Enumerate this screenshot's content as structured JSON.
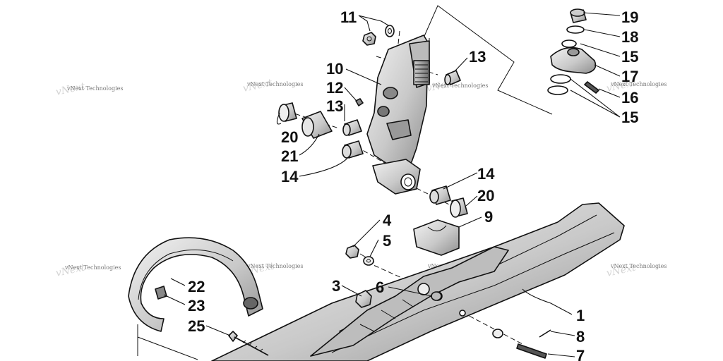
{
  "callouts": {
    "c11": "11",
    "c19": "19",
    "c18": "18",
    "c13a": "13",
    "c15a": "15",
    "c10": "10",
    "c17": "17",
    "c12": "12",
    "c16": "16",
    "c13b": "13",
    "c15b": "15",
    "c20a": "20",
    "c21": "21",
    "c14a": "14",
    "c14b": "14",
    "c20b": "20",
    "c4": "4",
    "c9": "9",
    "c5": "5",
    "c22": "22",
    "c3": "3",
    "c6": "6",
    "c23": "23",
    "c1": "1",
    "c25": "25",
    "c8": "8",
    "c7": "7"
  },
  "watermark": "vNext Technologies",
  "colors": {
    "line": "#111111",
    "part_fill": "#d9d9d9",
    "part_dark": "#9a9a9a",
    "background": "#ffffff"
  }
}
